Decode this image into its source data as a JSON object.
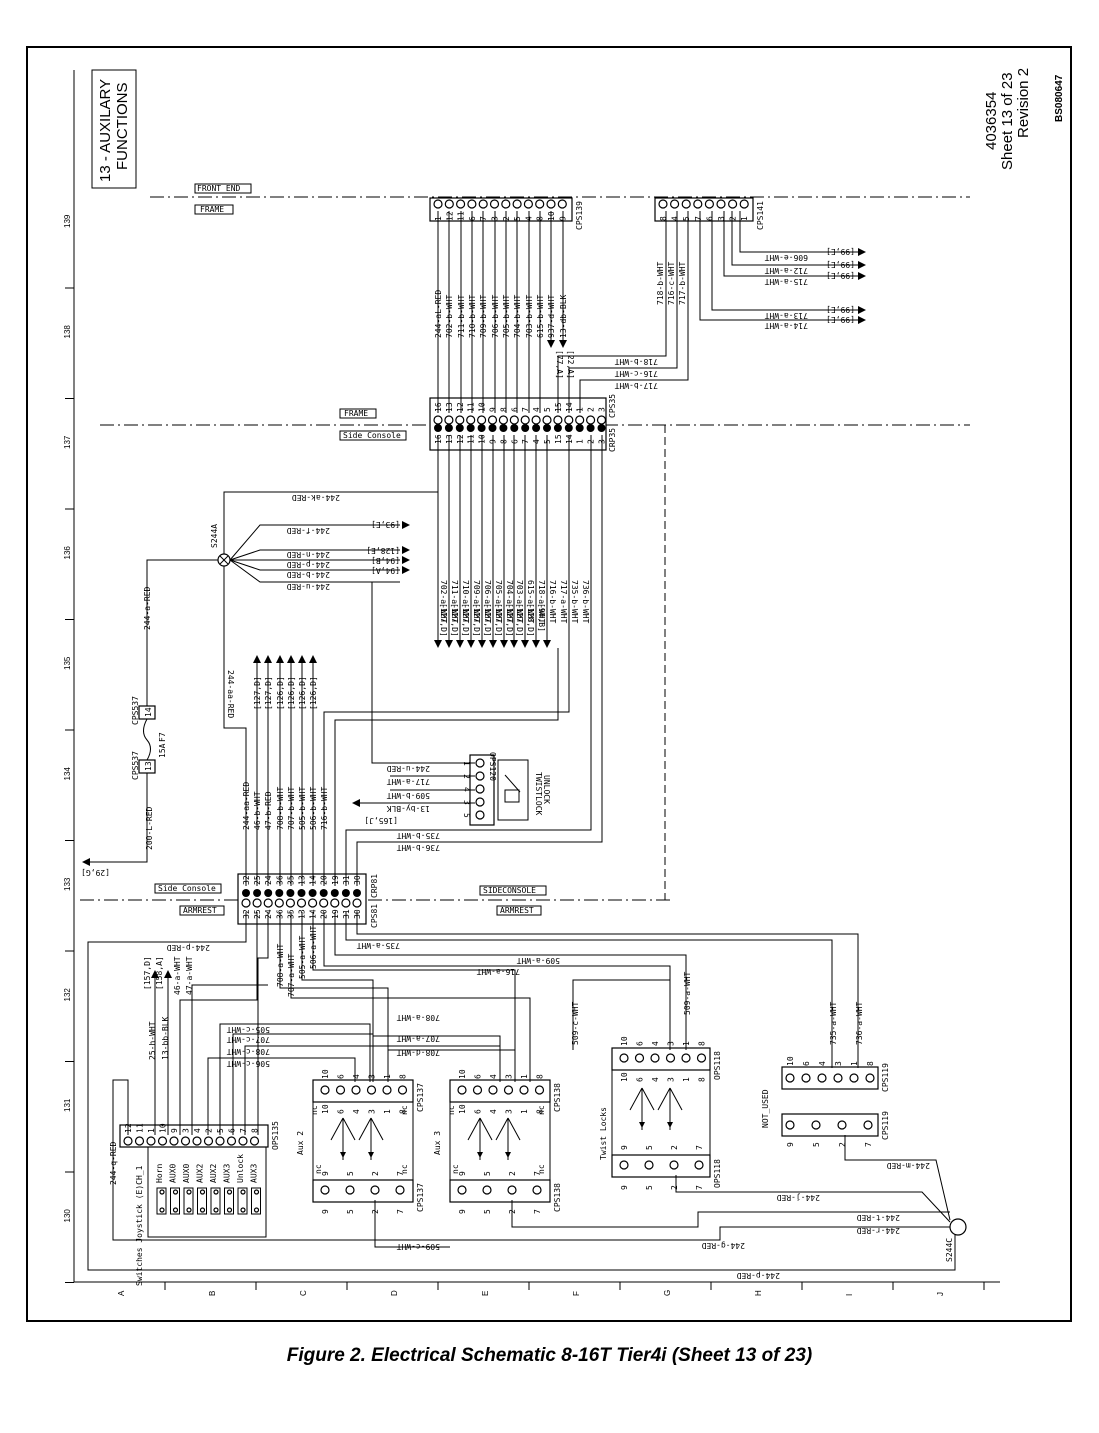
{
  "title": {
    "line1": "13 - AUXILARY",
    "line2": "FUNCTIONS"
  },
  "sheet_info": {
    "doc_number": "4036354",
    "sheet": "Sheet 13 of 23",
    "revision": "Revision 2"
  },
  "drawing_id": "BS080647",
  "caption": "Figure 2. Electrical Schematic 8-16T Tier4i (Sheet 13 of 23)",
  "zone_labels": {
    "front_end": "FRONT END",
    "frame_top": "FRAME",
    "frame_mid": "FRAME",
    "side_console_mid": "Side Console",
    "side_console_bot": "Side Console",
    "sideconsole": "SIDECONSOLE",
    "armrest_left": "ARMREST",
    "armrest_right": "ARMREST"
  },
  "grid_numbers": [
    "139",
    "138",
    "137",
    "136",
    "135",
    "134",
    "133",
    "132",
    "131",
    "130"
  ],
  "grid_letters": [
    "A",
    "B",
    "C",
    "D",
    "E",
    "F",
    "G",
    "H",
    "I",
    "J"
  ],
  "connectors": {
    "cps139": {
      "name": "CPS139",
      "pins": [
        "1",
        "12",
        "11",
        "6",
        "7",
        "3",
        "2",
        "5",
        "4",
        "8",
        "10",
        "9"
      ]
    },
    "cps141": {
      "name": "CPS141",
      "pins": [
        "8",
        "4",
        "5",
        "7",
        "6",
        "3",
        "2",
        "1"
      ]
    },
    "cps35": {
      "name": "CPS35",
      "pins": [
        "16",
        "13",
        "12",
        "11",
        "10",
        "9",
        "8",
        "6",
        "7",
        "4",
        "5",
        "15",
        "14",
        "1",
        "2",
        "3"
      ]
    },
    "crp35": {
      "name": "CRP35",
      "pins": [
        "16",
        "13",
        "12",
        "11",
        "10",
        "9",
        "8",
        "6",
        "7",
        "4",
        "5",
        "15",
        "14",
        "1",
        "2",
        "3"
      ]
    },
    "crp81": {
      "name": "CRP81",
      "pins": [
        "32",
        "25",
        "24",
        "36",
        "35",
        "13",
        "14",
        "20",
        "19",
        "31",
        "30"
      ]
    },
    "cps81": {
      "name": "CPS81",
      "pins": [
        "32",
        "25",
        "24",
        "36",
        "35",
        "13",
        "14",
        "20",
        "19",
        "31",
        "30"
      ]
    },
    "ops120": {
      "name": "OPS120",
      "pins": [
        "1",
        "2",
        "4",
        "3",
        "5"
      ],
      "label1": "TWISTLOCK",
      "label2": "UNLOCK"
    },
    "cps537a": {
      "name": "CPS537",
      "pin": "13"
    },
    "cps537b": {
      "name": "CPS537",
      "pin": "14"
    },
    "fuse": {
      "name": "F7",
      "rating": "15A"
    },
    "splice_s244a": "S244A",
    "splice_s244c": "S244C",
    "ops135": {
      "name": "OPS135",
      "pins": [
        "12",
        "11",
        "1",
        "10",
        "9",
        "3",
        "4",
        "2",
        "5",
        "6",
        "7",
        "8"
      ]
    },
    "cps137": {
      "name": "CPS137",
      "label": "Aux 2"
    },
    "cps138": {
      "name": "CPS138",
      "label": "Aux 3"
    },
    "ops118": {
      "name": "OPS118",
      "label": "Twist Locks"
    },
    "cps119": {
      "name": "CPS119",
      "label": "NOT_USED"
    },
    "valve_top_pins": [
      "10",
      "6",
      "4",
      "3",
      "1",
      "8"
    ],
    "valve_bot_pins": [
      "9",
      "5",
      "2",
      "7"
    ],
    "valve_nc": "nc"
  },
  "switch_labels": [
    "Horn",
    "AUX0",
    "AUX0",
    "AUX2",
    "AUX2",
    "AUX3",
    "Unlock",
    "AUX3"
  ],
  "joystick_label": "Switches Joystick (E)CH_1",
  "wires_cps139": [
    "244-aL-RED",
    "702-b-WHT",
    "711-b-WHT",
    "710-b-WHT",
    "709-b-WHT",
    "706-b-WHT",
    "705-b-WHT",
    "704-b-WHT",
    "703-b-WHT",
    "615-b-WHT",
    "937-d-WHT",
    "13-db-BLK"
  ],
  "refs_cps139": [
    "[77,A]",
    "[22,A]"
  ],
  "wires_cps141": [
    "606-e-WHT",
    "712-a-WHT",
    "715-a-WHT",
    "713-a-WHT",
    "714-a-WHT"
  ],
  "refs_cps141": [
    "[99,E]",
    "[99,E]",
    "[99,E]",
    "[99,E]",
    "[99,E]"
  ],
  "wires_cps141_down": [
    "718-b-WHT",
    "716-c-WHT",
    "717-b-WHT"
  ],
  "wires_cps35_left": [
    "718-b-WHT",
    "716-c-WHT",
    "717-b-WHT"
  ],
  "wires_s244a": [
    "244-ak-RED",
    "244-f-RED",
    "244-n-RED",
    "244-p-RED",
    "244-b-RED",
    "244-u-RED",
    "244-a-RED",
    "244-aa-RED"
  ],
  "refs_s244a": [
    "[93,E]",
    "[128,E]",
    "[94,B]",
    "[94,A]"
  ],
  "wires_crp35": [
    "702-a-WHT",
    "711-a-WHT",
    "710-a-WHT",
    "709-a-WHT",
    "706-a-WHT",
    "705-a-WHT",
    "704-a-WHT",
    "703-a-WHT",
    "615-a-WHT",
    "718-a-WHT",
    "716-b-WHT",
    "717-a-WHT",
    "735-b-WHT",
    "736-b-WHT"
  ],
  "refs_crp35": [
    "[127,D]",
    "[127,D]",
    "[127,D]",
    "[127,D]",
    "[127,D]",
    "[127,D]",
    "[127,D]",
    "[127,D]",
    "[128,D]",
    "[94,B]"
  ],
  "wires_cps81_up": [
    "244-aa-RED",
    "46-b-WHT",
    "47-b-RED",
    "708-b-WHT",
    "707-b-WHT",
    "505-b-WHT",
    "506-b-WHT",
    "716-b-WHT"
  ],
  "refs_cps81_up": [
    "[127,D]",
    "[127,D]",
    "[126,D]",
    "[126,D]",
    "[126,D]",
    "[126,D]"
  ],
  "wires_ops120": [
    "244-u-RED",
    "717-a-WHT",
    "509-b-WHT",
    "13-by-BLK",
    "735-b-WHT",
    "736-b-WHT"
  ],
  "ref_ops120": "[165,J]",
  "wires_fuse": [
    "200-L-RED",
    "244-a-RED"
  ],
  "ref_fuse": "[29,G]",
  "wires_cps81_down": [
    "244-p-RED",
    "708-a-WHT",
    "707-a-WHT",
    "505-a-WHT",
    "506-a-WHT",
    "735-a-WHT",
    "509-a-WHT",
    "716-a-WHT"
  ],
  "wires_joystick": [
    "25-h-WHT",
    "13-bb-BLK",
    "46-a-WHT",
    "47-a-WHT",
    "505-c-WHT",
    "707-c-WHT",
    "708-c-WHT",
    "506-c-WHT",
    "244-q-RED"
  ],
  "refs_joystick": [
    "[157,D]",
    "[158,A]"
  ],
  "wires_valves": [
    "707-c-WHT",
    "708-a-WHT",
    "707-a-WHT",
    "708-d-WHT",
    "716-a-WHT",
    "509-c-WHT",
    "509-a-WHT",
    "735-a-WHT",
    "736-a-WHT"
  ],
  "wires_s244c": [
    "244-m-RED",
    "244-j-RED",
    "244-t-RED",
    "244-r-RED",
    "244-g-RED",
    "244-p-RED",
    "509-c-WHT"
  ]
}
